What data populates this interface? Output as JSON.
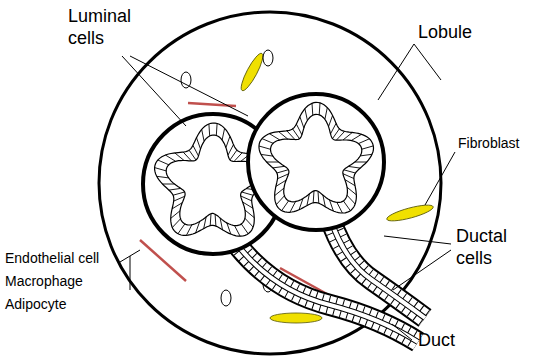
{
  "diagram": {
    "labels": [
      "Luminal cells",
      "Lobule",
      "Fibroblast",
      "Ductal cells",
      "Endothelial cell",
      "Macrophage",
      "Adipocyte",
      "Duct"
    ]
  }
}
